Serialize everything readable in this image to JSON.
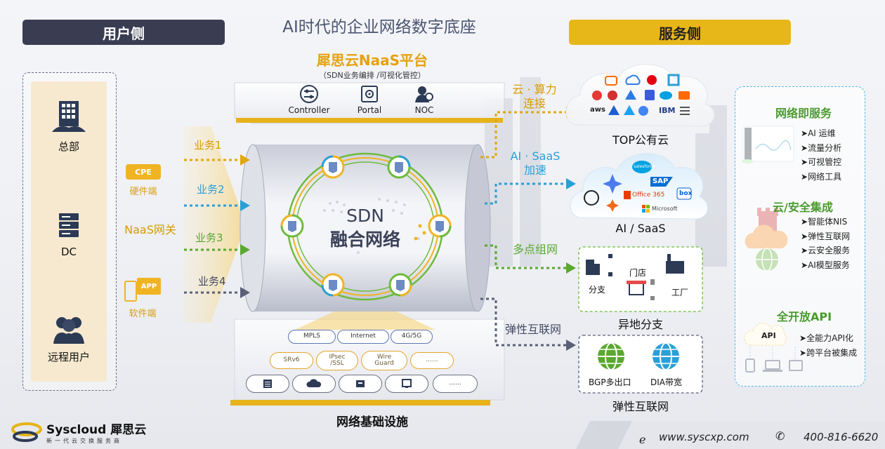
{
  "title": "AI时代的企业网络数字底座",
  "user_side": {
    "header": "用户侧",
    "items": [
      "总部",
      "DC",
      "远程用户"
    ]
  },
  "devices": {
    "cpe_text": "CPE",
    "hardware_label": "硬件端",
    "gateway_label": "NaaS网关",
    "app_text": "APP",
    "software_label": "软件端"
  },
  "business": [
    "业务1",
    "业务2",
    "业务3",
    "业务4"
  ],
  "platform": {
    "title": "犀思云NaaS平台",
    "subtitle": "（SDN业务编排 /可视化管控）",
    "tools": [
      "Controller",
      "Portal",
      "NOC"
    ]
  },
  "sdn": {
    "line1": "SDN",
    "line2": "融合网络"
  },
  "infrastructure": {
    "title": "网络基础设施",
    "row1": [
      "MPLS",
      "Internet",
      "4G/5G"
    ],
    "row2": [
      "SRv6",
      "IPsec\n/SSL",
      "Wire\nGuard",
      "......"
    ],
    "row3_more": "......"
  },
  "connections": {
    "cloud_compute": "云 · 算力\n连接",
    "ai_saas": "AI · SaaS\n加速",
    "multipoint": "多点组网",
    "elastic": "弹性互联网"
  },
  "service_side": {
    "header": "服务侧",
    "public_cloud_label": "TOP公有云",
    "ai_saas_label": "AI / SaaS",
    "ai_saas_brands": [
      "salesforce",
      "SAP",
      "Office 365",
      "box",
      "Microsoft"
    ],
    "cloud_brands": [
      "aws",
      "IBM"
    ],
    "branch": {
      "items": [
        "分支",
        "门店",
        "工厂"
      ],
      "label": "异地分支"
    },
    "elastic": {
      "items": [
        "BGP多出口",
        "DIA带宽"
      ],
      "label": "弹性互联网"
    }
  },
  "right_panel": {
    "sections": [
      {
        "title": "网络即服务",
        "items": [
          "AI 运维",
          "流量分析",
          "可视管控",
          "网络工具"
        ]
      },
      {
        "title": "云/安全集成",
        "items": [
          "智能体NIS",
          "弹性互联网",
          "云安全服务",
          "AI模型服务"
        ]
      },
      {
        "title": "全开放API",
        "items": [
          "全能力API化",
          "跨平台被集成"
        ]
      }
    ],
    "api_text": "API"
  },
  "footer": {
    "brand": "Syscloud 犀思云",
    "slogan": "新一代云交换服务商",
    "url": "www.syscxp.com",
    "phone": "400-816-6620"
  },
  "colors": {
    "accent_yellow": "#e7b71a",
    "dark_header": "#3a3d52",
    "blue": "#2a9fd8",
    "green": "#5aa830",
    "gray": "#454a63"
  }
}
